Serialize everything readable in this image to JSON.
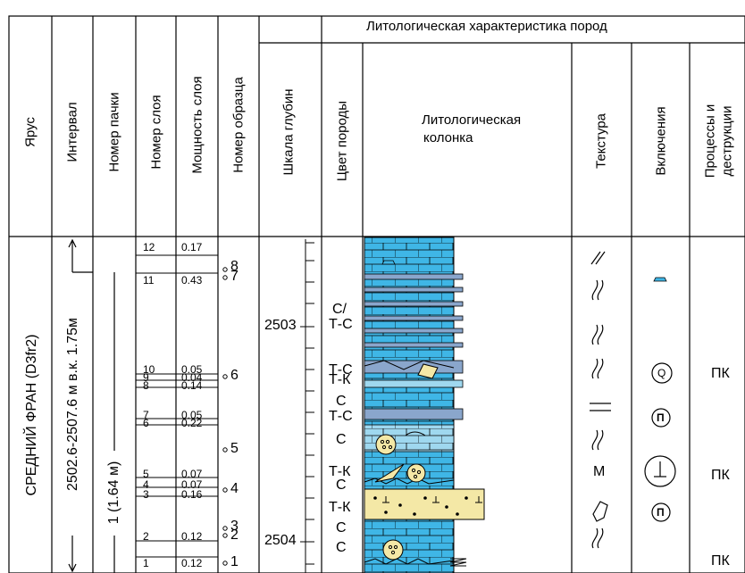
{
  "header": {
    "section_title": "Литологическая характеристика пород",
    "col_stage": "Ярус",
    "col_interval": "Интервал",
    "col_pack": "Номер пачки",
    "col_layer": "Номер слоя",
    "col_thickness": "Мощность слоя",
    "col_sample": "Номер образца",
    "col_depth": "Шкала глубин",
    "col_color": "Цвет породы",
    "col_lith_line1": "Литологическая",
    "col_lith_line2": "колонка",
    "col_texture": "Текстура",
    "col_inclusions": "Включения",
    "col_processes_line1": "Процессы и",
    "col_processes_line2": "деструкции"
  },
  "body": {
    "stage": "СРЕДНИЙ ФРАН (D3fr2)",
    "interval": "2502.6-2507.6 м в.к. 1.75м",
    "pack": "1 (1.64 м)",
    "layers": [
      {
        "num": "12",
        "thick": "0.17"
      },
      {
        "num": "11",
        "thick": "0.43"
      },
      {
        "num": "10",
        "thick": "0.05"
      },
      {
        "num": "9",
        "thick": "0.04"
      },
      {
        "num": "8",
        "thick": "0.14"
      },
      {
        "num": "7",
        "thick": "0.05"
      },
      {
        "num": "6",
        "thick": "0.22"
      },
      {
        "num": "5",
        "thick": "0.07"
      },
      {
        "num": "4",
        "thick": "0.07"
      },
      {
        "num": "3",
        "thick": "0.16"
      },
      {
        "num": "2",
        "thick": "0.12"
      },
      {
        "num": "1",
        "thick": "0.12"
      }
    ],
    "samples": [
      "8",
      "7",
      "6",
      "5",
      "4",
      "3",
      "2",
      "1"
    ],
    "depths": [
      "2503",
      "2504"
    ],
    "colors": [
      "С/",
      "Т-С",
      "Т-С",
      "Т-К",
      "С",
      "Т-С",
      "С",
      "Т-К",
      "С",
      "Т-К",
      "С",
      "С"
    ],
    "texture_m": "М",
    "inclusion_q": "Q",
    "inclusion_p": "П",
    "processes": [
      "ПК",
      "ПК",
      "ПК"
    ]
  },
  "colors": {
    "limestone_blue": "#3fb6e6",
    "limestone_light": "#9fd8ef",
    "sandstone_yellow": "#f4e8a6",
    "grey_band": "#8aa6cc",
    "line": "#000000"
  }
}
